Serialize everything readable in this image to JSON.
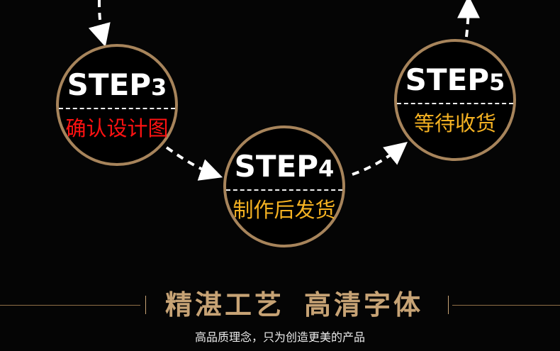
{
  "steps": [
    {
      "step": "STEP",
      "number": "3",
      "subtitle": "确认设计图",
      "subtitle_color": "#ff1212"
    },
    {
      "step": "STEP",
      "number": "4",
      "subtitle": "制作后发货",
      "subtitle_color": "#f5b222"
    },
    {
      "step": "STEP",
      "number": "5",
      "subtitle": "等待收货",
      "subtitle_color": "#f5b222"
    }
  ],
  "section": {
    "title_left": "精湛工艺",
    "title_right": "高清字体",
    "tagline": "高品质理念，只为创造更美的产品"
  },
  "colors": {
    "background": "#050505",
    "accent": "#a7845b",
    "white": "#ffffff",
    "red": "#ff1212",
    "gold": "#f5b222"
  },
  "icons": {
    "arrow": "dashed-arrow-icon"
  }
}
